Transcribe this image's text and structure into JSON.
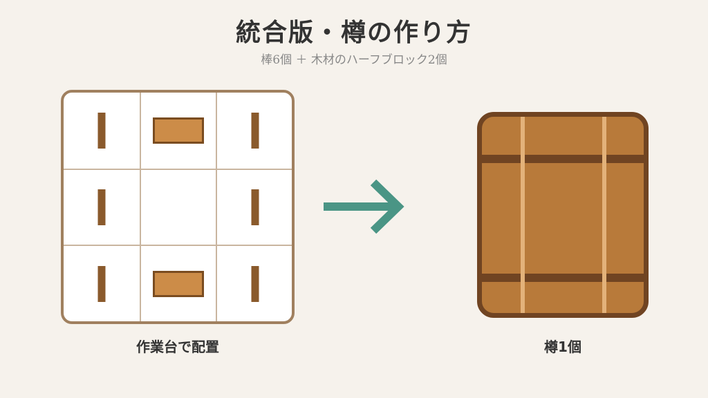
{
  "title": "統合版・樽の作り方",
  "subtitle": "棒6個 ＋ 木材のハーフブロック2個",
  "crafting": {
    "label": "作業台で配置",
    "cells": [
      {
        "item": "stick"
      },
      {
        "item": "wood-half-slab"
      },
      {
        "item": "stick"
      },
      {
        "item": "stick"
      },
      {
        "item": "empty"
      },
      {
        "item": "stick"
      },
      {
        "item": "stick"
      },
      {
        "item": "wood-half-slab"
      },
      {
        "item": "stick"
      }
    ]
  },
  "arrow_icon": "arrow-right-icon",
  "result": {
    "label": "樽1個",
    "icon": "barrel-icon"
  },
  "colors": {
    "background": "#f6f2ec",
    "grid_border": "#a0805f",
    "stick": "#8a5a2c",
    "slab_fill": "#cc8c48",
    "barrel_body": "#b87a3a",
    "barrel_hoop": "#704422",
    "arrow": "#4a9585"
  }
}
